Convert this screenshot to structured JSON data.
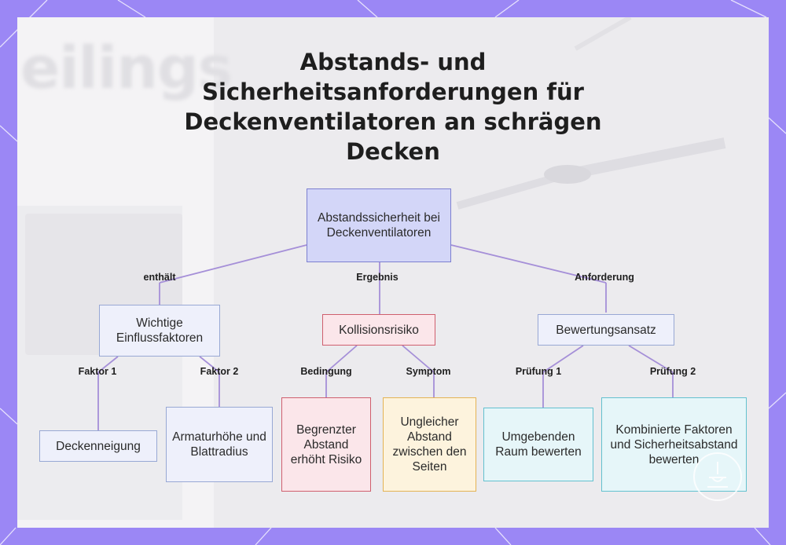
{
  "title": "Abstands- und Sicherheitsanforderungen für Deckenventilatoren an schrägen Decken",
  "background_text": "eilings",
  "colors": {
    "frame": "#9b87f5",
    "edge": "#a58fd8",
    "root": "#d3d6f8",
    "factor": "#eef0fb",
    "risk": "#fbe6ea",
    "symptom": "#fdf3dd",
    "check": "#e6f6f9"
  },
  "nodes": {
    "root": "Abstandssicherheit bei Deckenventilatoren",
    "factors": "Wichtige Einflussfaktoren",
    "risk": "Kollisionsrisiko",
    "approach": "Bewertungsansatz",
    "slope": "Deckenneigung",
    "height": "Armaturhöhe und Blattradius",
    "limited": "Begrenzter Abstand erhöht Risiko",
    "uneven": "Ungleicher Abstand zwischen den Seiten",
    "room": "Umgebenden Raum bewerten",
    "combined": "Kombinierte Faktoren und Sicherheitsabstand bewerten"
  },
  "edge_labels": {
    "contains": "enthält",
    "result": "Ergebnis",
    "requirement": "Anforderung",
    "factor1": "Faktor 1",
    "factor2": "Faktor 2",
    "condition": "Bedingung",
    "symptom": "Symptom",
    "check1": "Prüfung 1",
    "check2": "Prüfung 2"
  },
  "icons": {
    "watermark": "fan-logo-icon"
  }
}
